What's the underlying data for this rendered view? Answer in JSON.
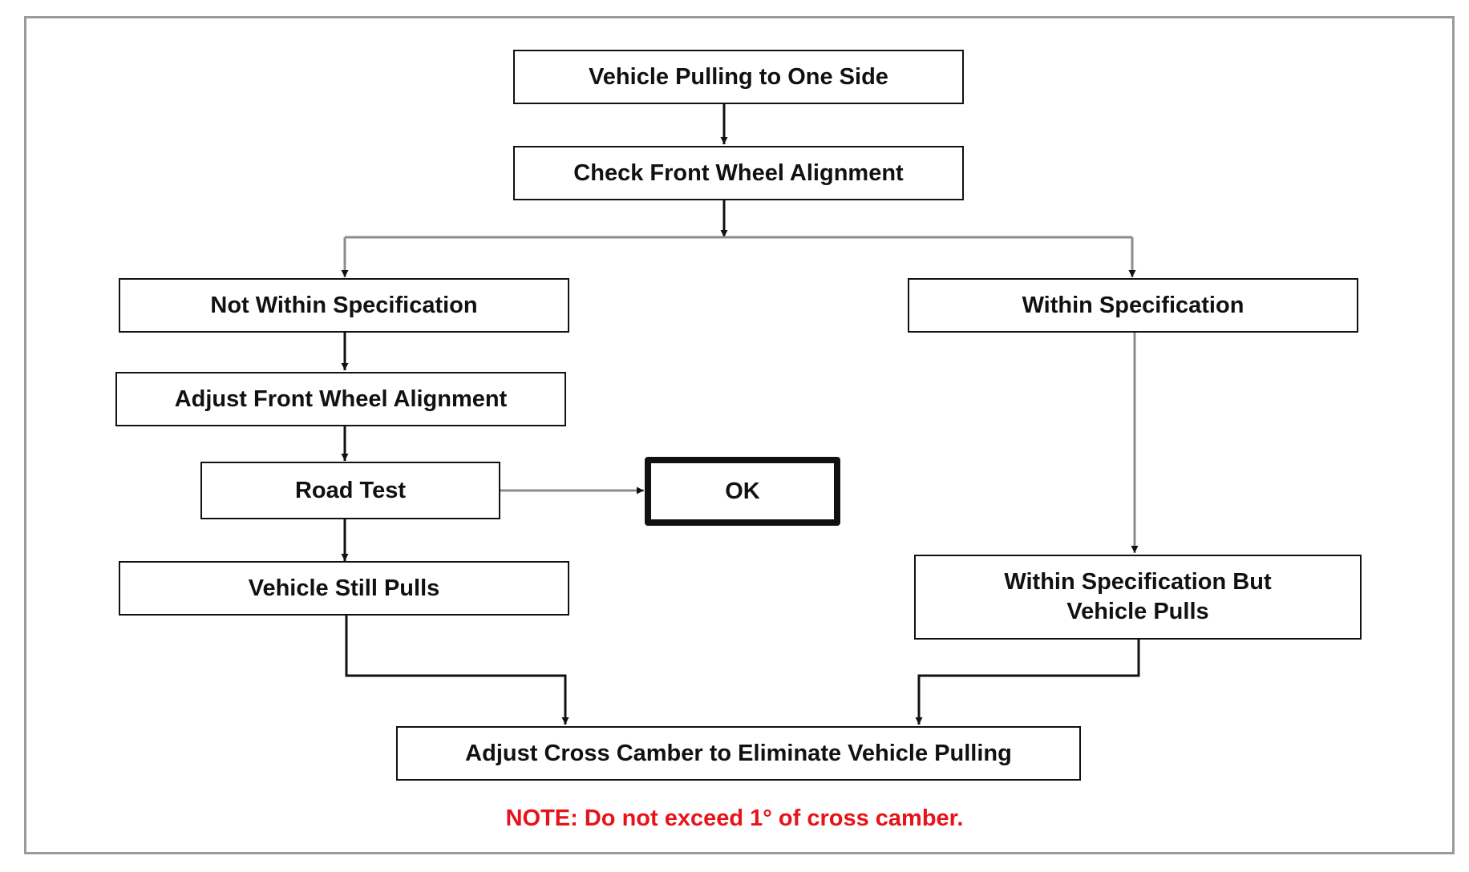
{
  "nodes": {
    "start": "Vehicle Pulling to One Side",
    "check": "Check Front Wheel Alignment",
    "not_within": "Not Within Specification",
    "within": "Within Specification",
    "adjust_alignment": "Adjust Front Wheel Alignment",
    "road_test": "Road Test",
    "ok": "OK",
    "still_pulls": "Vehicle Still Pulls",
    "within_but_pulls": "Within Specification But Vehicle Pulls",
    "adjust_camber": "Adjust Cross Camber to Eliminate Vehicle Pulling"
  },
  "note": "NOTE:  Do not exceed 1° of cross camber.",
  "colors": {
    "box_border": "#111111",
    "connector_gray": "#8c8c8c",
    "connector_dark": "#111111",
    "note_red": "#e8131a"
  }
}
